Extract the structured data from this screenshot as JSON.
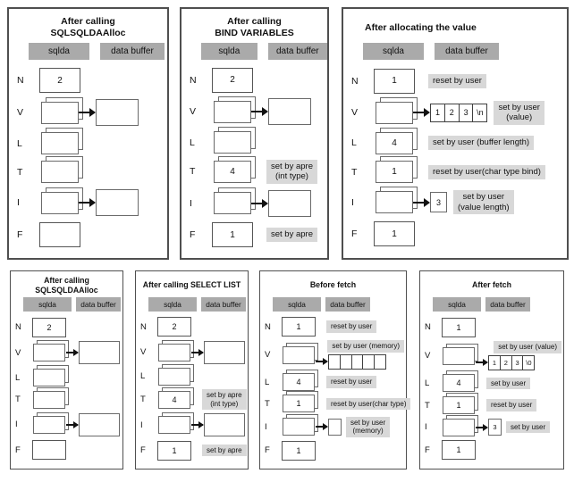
{
  "colors": {
    "background": "#ffffff",
    "panel_border": "#4f4f4f",
    "box_border": "#6a6a6a",
    "header_bar": "#aaaaaa",
    "note_bg": "#d8d8d8",
    "arrow": "#111111"
  },
  "panels": [
    {
      "slug": "top-1",
      "title_lines": [
        "After calling",
        "SQLSQLDAAlloc"
      ],
      "headers": {
        "sqlda": "sqlda",
        "buffer": "data buffer"
      },
      "rows": [
        {
          "label": "N",
          "sqlda": {
            "kind": "single",
            "value": "2"
          }
        },
        {
          "label": "V",
          "sqlda": {
            "kind": "stack"
          },
          "arrow": true,
          "buffer": {
            "kind": "box"
          }
        },
        {
          "label": "L",
          "sqlda": {
            "kind": "stack"
          }
        },
        {
          "label": "T",
          "sqlda": {
            "kind": "stack"
          }
        },
        {
          "label": "I",
          "sqlda": {
            "kind": "stack"
          },
          "arrow": true,
          "buffer": {
            "kind": "box"
          }
        },
        {
          "label": "F",
          "sqlda": {
            "kind": "single"
          }
        }
      ]
    },
    {
      "slug": "top-2",
      "title_lines": [
        "After calling",
        "BIND VARIABLES"
      ],
      "headers": {
        "sqlda": "sqlda",
        "buffer": "data buffer"
      },
      "rows": [
        {
          "label": "N",
          "sqlda": {
            "kind": "single",
            "value": "2"
          }
        },
        {
          "label": "V",
          "sqlda": {
            "kind": "stack"
          },
          "arrow": true,
          "buffer": {
            "kind": "box"
          }
        },
        {
          "label": "L",
          "sqlda": {
            "kind": "stack"
          }
        },
        {
          "label": "T",
          "sqlda": {
            "kind": "stack",
            "value": "4"
          },
          "note": {
            "lines": [
              "set by apre",
              "(int type)"
            ],
            "placement": "right"
          }
        },
        {
          "label": "I",
          "sqlda": {
            "kind": "stack"
          },
          "arrow": true,
          "buffer": {
            "kind": "box"
          }
        },
        {
          "label": "F",
          "sqlda": {
            "kind": "single",
            "value": "1"
          },
          "note": {
            "lines": [
              "set by apre"
            ],
            "placement": "right"
          }
        }
      ]
    },
    {
      "slug": "top-3",
      "title_lines": [
        "After allocating the value"
      ],
      "headers": {
        "sqlda": "sqlda",
        "buffer": "data buffer"
      },
      "rows": [
        {
          "label": "N",
          "sqlda": {
            "kind": "single",
            "value": "1"
          },
          "note": {
            "lines": [
              "reset by user"
            ],
            "placement": "right"
          }
        },
        {
          "label": "V",
          "sqlda": {
            "kind": "stack"
          },
          "arrow": true,
          "buffer": {
            "kind": "cells",
            "values": [
              "1",
              "2",
              "3",
              "\\n"
            ]
          },
          "note": {
            "lines": [
              "set by user",
              "(value)"
            ],
            "placement": "right"
          }
        },
        {
          "label": "L",
          "sqlda": {
            "kind": "stack",
            "value": "4"
          },
          "note": {
            "lines": [
              "set by user (buffer length)"
            ],
            "placement": "right"
          }
        },
        {
          "label": "T",
          "sqlda": {
            "kind": "stack",
            "value": "1"
          },
          "note": {
            "lines": [
              "reset by user(char type bind)"
            ],
            "placement": "right"
          }
        },
        {
          "label": "I",
          "sqlda": {
            "kind": "stack"
          },
          "arrow": true,
          "buffer": {
            "kind": "smallbox",
            "value": "3"
          },
          "note": {
            "lines": [
              "set by user",
              "(value length)"
            ],
            "placement": "right"
          }
        },
        {
          "label": "F",
          "sqlda": {
            "kind": "single",
            "value": "1"
          }
        }
      ]
    },
    {
      "slug": "bottom-1",
      "title_lines": [
        "After calling",
        "SQLSQLDAAlloc"
      ],
      "headers": {
        "sqlda": "sqlda",
        "buffer": "data buffer"
      },
      "rows": [
        {
          "label": "N",
          "sqlda": {
            "kind": "single",
            "value": "2"
          }
        },
        {
          "label": "V",
          "sqlda": {
            "kind": "stack"
          },
          "arrow": true,
          "buffer": {
            "kind": "box"
          }
        },
        {
          "label": "L",
          "sqlda": {
            "kind": "stack"
          }
        },
        {
          "label": "T",
          "sqlda": {
            "kind": "stack"
          }
        },
        {
          "label": "I",
          "sqlda": {
            "kind": "stack"
          },
          "arrow": true,
          "buffer": {
            "kind": "box"
          }
        },
        {
          "label": "F",
          "sqlda": {
            "kind": "single"
          }
        }
      ]
    },
    {
      "slug": "bottom-2",
      "title_lines": [
        "After calling SELECT LIST"
      ],
      "headers": {
        "sqlda": "sqlda",
        "buffer": "data buffer"
      },
      "rows": [
        {
          "label": "N",
          "sqlda": {
            "kind": "single",
            "value": "2"
          }
        },
        {
          "label": "V",
          "sqlda": {
            "kind": "stack"
          },
          "arrow": true,
          "buffer": {
            "kind": "box"
          }
        },
        {
          "label": "L",
          "sqlda": {
            "kind": "stack"
          }
        },
        {
          "label": "T",
          "sqlda": {
            "kind": "stack",
            "value": "4"
          },
          "note": {
            "lines": [
              "set by apre",
              "(int type)"
            ],
            "placement": "right"
          }
        },
        {
          "label": "I",
          "sqlda": {
            "kind": "stack"
          },
          "arrow": true,
          "buffer": {
            "kind": "box"
          }
        },
        {
          "label": "F",
          "sqlda": {
            "kind": "single",
            "value": "1"
          },
          "note": {
            "lines": [
              "set by apre"
            ],
            "placement": "right"
          }
        }
      ]
    },
    {
      "slug": "bottom-3",
      "title_lines": [
        "Before fetch"
      ],
      "headers": {
        "sqlda": "sqlda",
        "buffer": "data buffer"
      },
      "rows": [
        {
          "label": "N",
          "sqlda": {
            "kind": "single",
            "value": "1"
          },
          "note": {
            "lines": [
              "reset by user"
            ],
            "placement": "right"
          }
        },
        {
          "label": "V",
          "sqlda": {
            "kind": "stack"
          },
          "arrow": true,
          "buffer": {
            "kind": "cells",
            "values": [
              "",
              "",
              "",
              "",
              ""
            ]
          },
          "note": {
            "lines": [
              "set by user (memory)"
            ],
            "placement": "above"
          }
        },
        {
          "label": "L",
          "sqlda": {
            "kind": "stack",
            "value": "4"
          },
          "note": {
            "lines": [
              "reset by user"
            ],
            "placement": "right"
          }
        },
        {
          "label": "T",
          "sqlda": {
            "kind": "stack",
            "value": "1"
          },
          "note": {
            "lines": [
              "reset by user(char type)"
            ],
            "placement": "right"
          }
        },
        {
          "label": "I",
          "sqlda": {
            "kind": "stack"
          },
          "arrow": true,
          "buffer": {
            "kind": "smallbox",
            "value": ""
          },
          "note": {
            "lines": [
              "set by user",
              "(memory)"
            ],
            "placement": "right"
          }
        },
        {
          "label": "F",
          "sqlda": {
            "kind": "single",
            "value": "1"
          }
        }
      ]
    },
    {
      "slug": "bottom-4",
      "title_lines": [
        "After fetch"
      ],
      "headers": {
        "sqlda": "sqlda",
        "buffer": "data buffer"
      },
      "rows": [
        {
          "label": "N",
          "sqlda": {
            "kind": "single",
            "value": "1"
          }
        },
        {
          "label": "V",
          "sqlda": {
            "kind": "stack"
          },
          "arrow": true,
          "buffer": {
            "kind": "cells",
            "values": [
              "1",
              "2",
              "3",
              "\\0"
            ]
          },
          "note": {
            "lines": [
              "set by user (value)"
            ],
            "placement": "above"
          }
        },
        {
          "label": "L",
          "sqlda": {
            "kind": "stack",
            "value": "4"
          },
          "note": {
            "lines": [
              "set by user"
            ],
            "placement": "right"
          }
        },
        {
          "label": "T",
          "sqlda": {
            "kind": "stack",
            "value": "1"
          },
          "note": {
            "lines": [
              "reset by user"
            ],
            "placement": "right"
          }
        },
        {
          "label": "I",
          "sqlda": {
            "kind": "stack"
          },
          "arrow": true,
          "buffer": {
            "kind": "smallbox",
            "value": "3"
          },
          "note": {
            "lines": [
              "set by user"
            ],
            "placement": "right"
          }
        },
        {
          "label": "F",
          "sqlda": {
            "kind": "single",
            "value": "1"
          }
        }
      ]
    }
  ]
}
